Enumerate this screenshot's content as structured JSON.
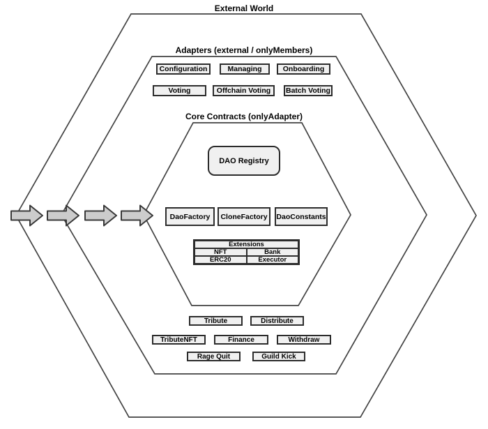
{
  "rings": {
    "outer_label": "External World",
    "middle_label": "Adapters (external / onlyMembers)",
    "inner_label": "Core Contracts (onlyAdapter)"
  },
  "adapters": {
    "top_row1": [
      "Configuration",
      "Managing",
      "Onboarding"
    ],
    "top_row2": [
      "Voting",
      "Offchain Voting",
      "Batch Voting"
    ],
    "bottom_row1": [
      "Tribute",
      "Distribute"
    ],
    "bottom_row2": [
      "TributeNFT",
      "Finance",
      "Withdraw"
    ],
    "bottom_row3": [
      "Rage Quit",
      "Guild Kick"
    ]
  },
  "core": {
    "registry": "DAO Registry",
    "factories": [
      "DaoFactory",
      "CloneFactory",
      "DaoConstants"
    ],
    "extensions": {
      "header": "Extensions",
      "rows": [
        [
          "NFT",
          "Bank"
        ],
        [
          "ERC20",
          "Executor"
        ]
      ]
    }
  },
  "arrows": {
    "count": 4,
    "direction": "right"
  },
  "colors": {
    "background": "#ffffff",
    "hexagon_line": "#424242",
    "box_border": "#2b2b2b",
    "box_fill": "#f0f0f0",
    "arrow_fill": "#cccccc",
    "text": "#000000"
  }
}
